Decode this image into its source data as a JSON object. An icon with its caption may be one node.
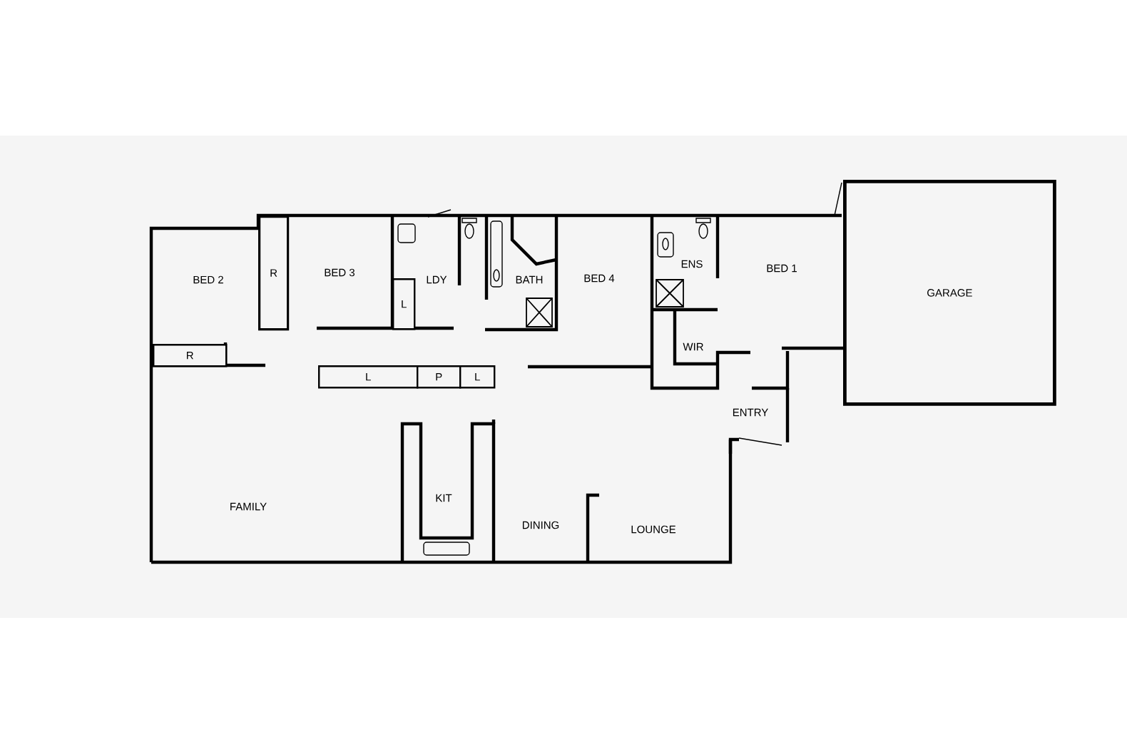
{
  "diagram": {
    "nodes": [
      {
        "text": [
          "R"
        ]
      },
      {
        "text": [
          "L"
        ]
      },
      {
        "text": [
          "GARAGE"
        ]
      },
      {
        "text": [
          "R"
        ]
      },
      {
        "text": [
          "L"
        ]
      },
      {
        "text": [
          "P"
        ]
      },
      {
        "text": [
          "L"
        ]
      }
    ],
    "labels": [
      "BED 2",
      "BED 3",
      "LDY",
      "BATH",
      "BED 4",
      "ENS",
      "BED 1",
      "WIR",
      "ENTRY",
      "FAMILY",
      "KIT",
      "DINING",
      "LOUNGE"
    ]
  }
}
